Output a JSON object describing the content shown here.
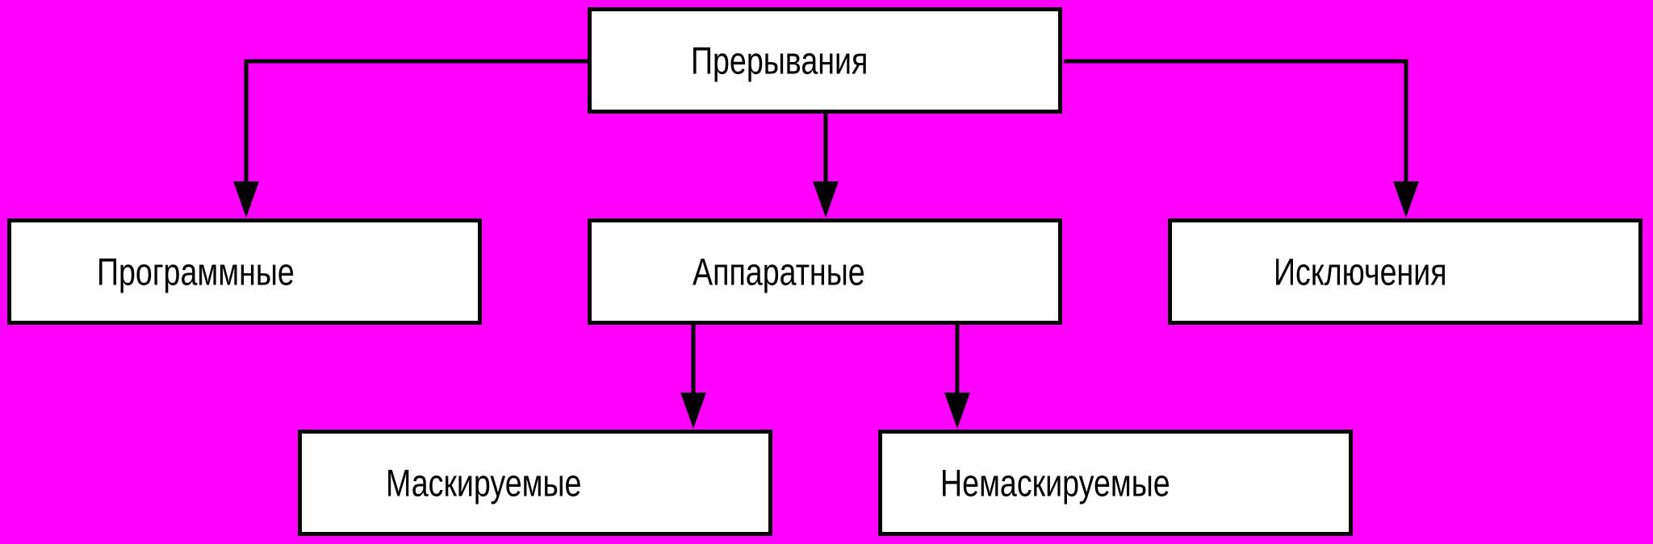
{
  "colors": {
    "background": "#ff00ff",
    "box_fill": "#ffffff",
    "line": "#000000"
  },
  "diagram": {
    "root": "Прерывания",
    "level1": {
      "left": "Программные",
      "center": "Аппаратные",
      "right": "Исключения"
    },
    "level2": {
      "left": "Маскируемые",
      "right": "Немаскируемые"
    }
  }
}
